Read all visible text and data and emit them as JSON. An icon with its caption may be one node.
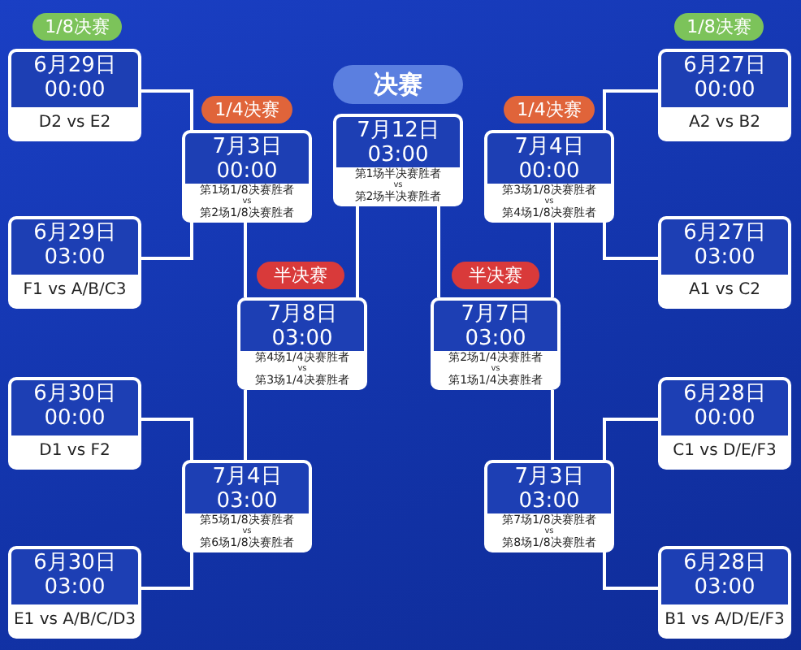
{
  "diagram": {
    "nodes": [
      {
        "text": [
          "1/8决赛"
        ]
      },
      {
        "text": [
          "6月29日",
          "00:00",
          "D2 vs E2"
        ]
      },
      {
        "text": [
          "6月29日",
          "03:00",
          "F1 vs A/B/C3"
        ]
      },
      {
        "text": [
          "6月30日",
          "00:00",
          "D1 vs F2"
        ]
      },
      {
        "text": [
          "6月30日",
          "03:00",
          "E1 vs A/B/C/D3"
        ]
      },
      {
        "text": [
          "1/4决赛"
        ]
      },
      {
        "text": [
          "7月3日",
          "00:00",
          "第1场1/8决赛胜者",
          "vs",
          "第2场1/8决赛胜者"
        ]
      },
      {
        "text": [
          "7月4日",
          "03:00",
          "第5场1/8决赛胜者",
          "vs",
          "第6场1/8决赛胜者"
        ]
      },
      {
        "text": [
          "半决赛"
        ]
      },
      {
        "text": [
          "7月8日",
          "03:00",
          "第4场1/4决赛胜者",
          "vs",
          "第3场1/4决赛胜者"
        ]
      },
      {
        "text": [
          "决赛"
        ]
      },
      {
        "text": [
          "7月12日",
          "03:00",
          "第1场半决赛胜者",
          "vs",
          "第2场半决赛胜者"
        ]
      },
      {
        "text": [
          "半决赛"
        ]
      },
      {
        "text": [
          "7月7日",
          "03:00",
          "第2场1/4决赛胜者",
          "vs",
          "第1场1/4决赛胜者"
        ]
      },
      {
        "text": [
          "1/4决赛"
        ]
      },
      {
        "text": [
          "7月4日",
          "00:00",
          "第3场1/8决赛胜者",
          "vs",
          "第4场1/8决赛胜者"
        ]
      },
      {
        "text": [
          "7月3日",
          "03:00",
          "第7场1/8决赛胜者",
          "vs",
          "第8场1/8决赛胜者"
        ]
      },
      {
        "text": [
          "1/8决赛"
        ]
      },
      {
        "text": [
          "6月27日",
          "00:00",
          "A2 vs B2"
        ]
      },
      {
        "text": [
          "6月27日",
          "03:00",
          "A1 vs C2"
        ]
      },
      {
        "text": [
          "6月28日",
          "00:00",
          "C1 vs D/E/F3"
        ]
      },
      {
        "text": [
          "6月28日",
          "03:00",
          "B1 vs A/D/E/F3"
        ]
      }
    ],
    "edges": [
      {
        "from": 1,
        "to": 6,
        "arrow": "none"
      },
      {
        "from": 2,
        "to": 6,
        "arrow": "none"
      },
      {
        "from": 3,
        "to": 7,
        "arrow": "none"
      },
      {
        "from": 4,
        "to": 7,
        "arrow": "none"
      },
      {
        "from": 6,
        "to": 9,
        "arrow": "none"
      },
      {
        "from": 7,
        "to": 9,
        "arrow": "none"
      },
      {
        "from": 9,
        "to": 11,
        "arrow": "none"
      },
      {
        "from": 18,
        "to": 15,
        "arrow": "none"
      },
      {
        "from": 19,
        "to": 15,
        "arrow": "none"
      },
      {
        "from": 20,
        "to": 16,
        "arrow": "none"
      },
      {
        "from": 21,
        "to": 16,
        "arrow": "none"
      },
      {
        "from": 15,
        "to": 13,
        "arrow": "none"
      },
      {
        "from": 16,
        "to": 13,
        "arrow": "none"
      },
      {
        "from": 13,
        "to": 11,
        "arrow": "none"
      }
    ]
  }
}
